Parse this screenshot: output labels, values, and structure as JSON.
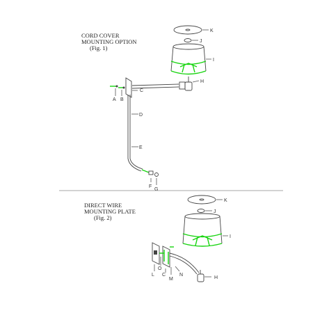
{
  "fig1": {
    "caption": [
      "CORD COVER",
      "MOUNTING OPTION",
      "(Fig. 1)"
    ],
    "labels": {
      "A": "A",
      "B": "B",
      "C": "C",
      "D": "D",
      "E": "E",
      "F": "F",
      "G": "G",
      "H": "H",
      "I": "I",
      "J": "J",
      "K": "K"
    }
  },
  "fig2": {
    "caption": [
      "DIRECT WIRE",
      "MOUNTING PLATE",
      "(Fig. 2)"
    ],
    "labels": {
      "H": "H",
      "I": "I",
      "J": "J",
      "K": "K",
      "L": "L",
      "C": "C",
      "M": "M",
      "N": "N",
      "O": "O"
    }
  },
  "colors": {
    "highlight": "#16d40e",
    "line": "#444444",
    "divider": "#888888"
  }
}
